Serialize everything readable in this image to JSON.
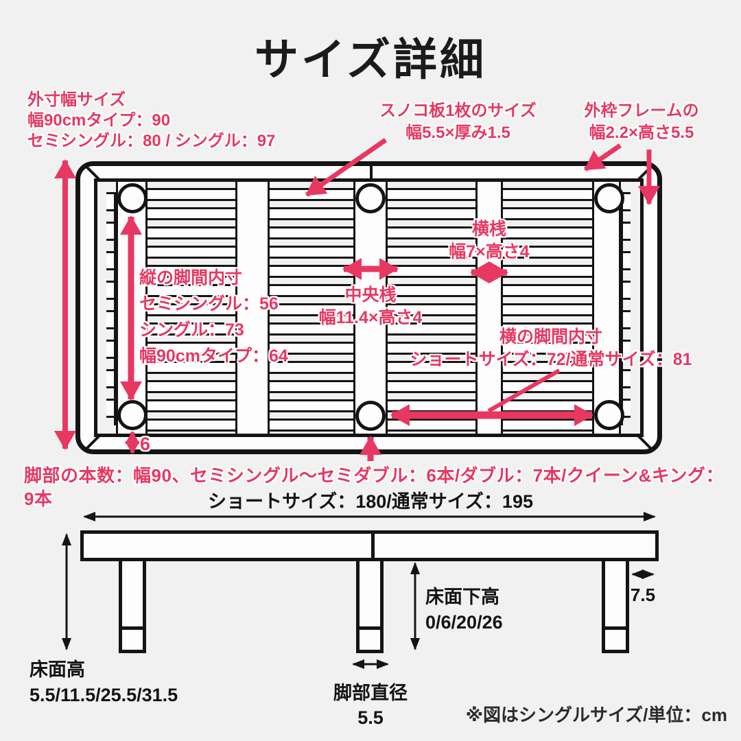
{
  "title": "サイズ詳細",
  "colors": {
    "accent": "#e73862",
    "ink": "#141414",
    "background": "#f1f1f1"
  },
  "top_view": {
    "outer_width_label": "外寸幅サイズ\n幅90cmタイプ：90\nセミシングル：80 / シングル：97",
    "slat_label": "スノコ板1枚のサイズ\n幅5.5×厚み1.5",
    "frame_label": "外枠フレームの\n幅2.2×高さ5.5",
    "vertical_leg_gap_label": "縦の脚間内寸\nセミシングル：56\nシングル：73\n幅90cmタイプ：64",
    "center_rail_label": "中央桟\n幅11.4×高さ4",
    "cross_rail_label": "横桟\n幅7×高さ4",
    "horizontal_leg_gap_label": "横の脚間内寸\nショートサイズ：72/通常サイズ：81",
    "leg_inset_value": "6",
    "leg_count_label": "脚部の本数：幅90、セミシングル〜セミダブル：6本/ダブル：7本/クイーン&キング：9本"
  },
  "side_view": {
    "length_label": "ショートサイズ：180/通常サイズ：195",
    "under_floor_height_label": "床面下高\n0/6/20/26",
    "side_overhang_value": "7.5",
    "floor_height_label": "床面高\n5.5/11.5/25.5/31.5",
    "leg_diameter_label": "脚部直径\n5.5",
    "note": "※図はシングルサイズ/単位：cm"
  }
}
